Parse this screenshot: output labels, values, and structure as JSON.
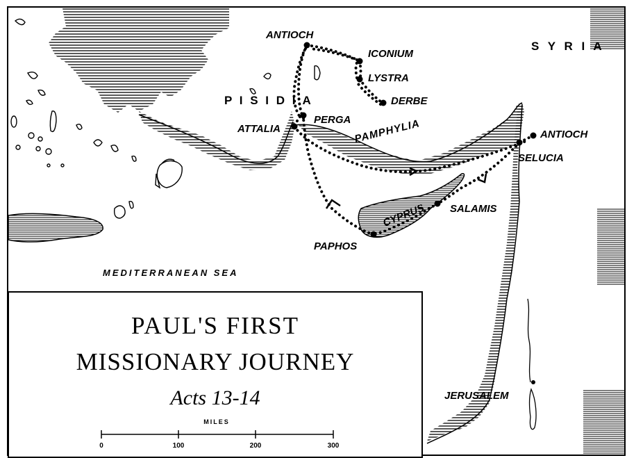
{
  "title": {
    "line1": "PAUL'S FIRST",
    "line2": "MISSIONARY JOURNEY",
    "reference": "Acts 13-14"
  },
  "places": {
    "antioch_pisidia": "ANTIOCH",
    "iconium": "ICONIUM",
    "lystra": "LYSTRA",
    "derbe": "DERBE",
    "perga": "PERGA",
    "attalia": "ATTALIA",
    "antioch_syria": "ANTIOCH",
    "selucia": "SELUCIA",
    "salamis": "SALAMIS",
    "paphos": "PAPHOS",
    "jerusalem": "JERUSALEM",
    "cyprus": "CYPRUS"
  },
  "regions": {
    "syria": "S Y R I A",
    "pisidia": "P I S I D I A",
    "pamphylia": "PAMPHYLIA",
    "sea": "MEDITERRANEAN SEA"
  },
  "scale": {
    "title": "MILES",
    "ticks": [
      "0",
      "100",
      "200",
      "300"
    ]
  },
  "colors": {
    "ink": "#000000",
    "paper": "#ffffff"
  },
  "icons": {
    "city_marker": "filled-dot",
    "route_line": "dotted-path",
    "direction_arrow": "arrowhead"
  }
}
